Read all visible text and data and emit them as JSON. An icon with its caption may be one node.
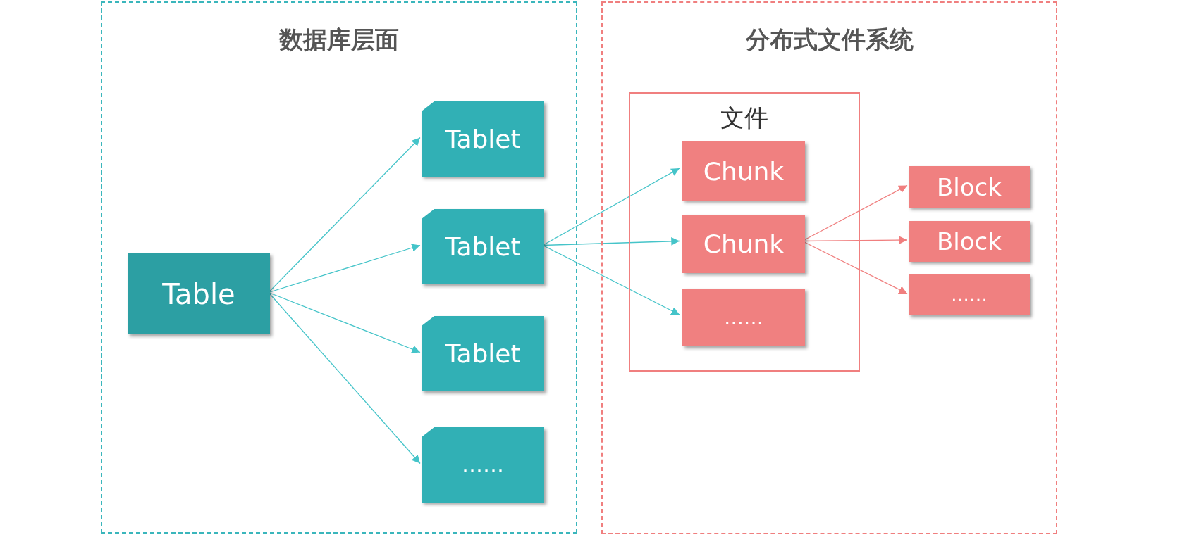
{
  "diagram": {
    "nodes": [
      {
        "text": [
          "数据库层面"
        ]
      },
      {
        "text": [
          "分布式文件系统"
        ]
      },
      {
        "text": [
          "Table"
        ],
        "in": 0
      },
      {
        "text": [
          "Tablet"
        ],
        "in": 0
      },
      {
        "text": [
          "Tablet"
        ],
        "in": 0
      },
      {
        "text": [
          "Tablet"
        ],
        "in": 0
      },
      {
        "text": [
          "……"
        ],
        "in": 0
      },
      {
        "text": [
          "文件"
        ],
        "in": 1
      },
      {
        "text": [
          "Chunk"
        ],
        "in": 7
      },
      {
        "text": [
          "Chunk"
        ],
        "in": 7
      },
      {
        "text": [
          "……"
        ],
        "in": 7
      },
      {
        "text": [
          "Block"
        ],
        "in": 1
      },
      {
        "text": [
          "Block"
        ],
        "in": 1
      },
      {
        "text": [
          "……"
        ],
        "in": 1
      }
    ],
    "edges": [
      {
        "from": 2,
        "to": 3,
        "arrow": "to"
      },
      {
        "from": 2,
        "to": 4,
        "arrow": "to"
      },
      {
        "from": 2,
        "to": 5,
        "arrow": "to"
      },
      {
        "from": 2,
        "to": 6,
        "arrow": "to"
      },
      {
        "from": 4,
        "to": 8,
        "arrow": "to"
      },
      {
        "from": 4,
        "to": 9,
        "arrow": "to"
      },
      {
        "from": 4,
        "to": 10,
        "arrow": "to"
      },
      {
        "from": 9,
        "to": 11,
        "arrow": "to",
        "color": "#f07f7f"
      },
      {
        "from": 9,
        "to": 12,
        "arrow": "to",
        "color": "#f07f7f"
      },
      {
        "from": 9,
        "to": 13,
        "arrow": "to",
        "color": "#f07f7f"
      }
    ]
  }
}
